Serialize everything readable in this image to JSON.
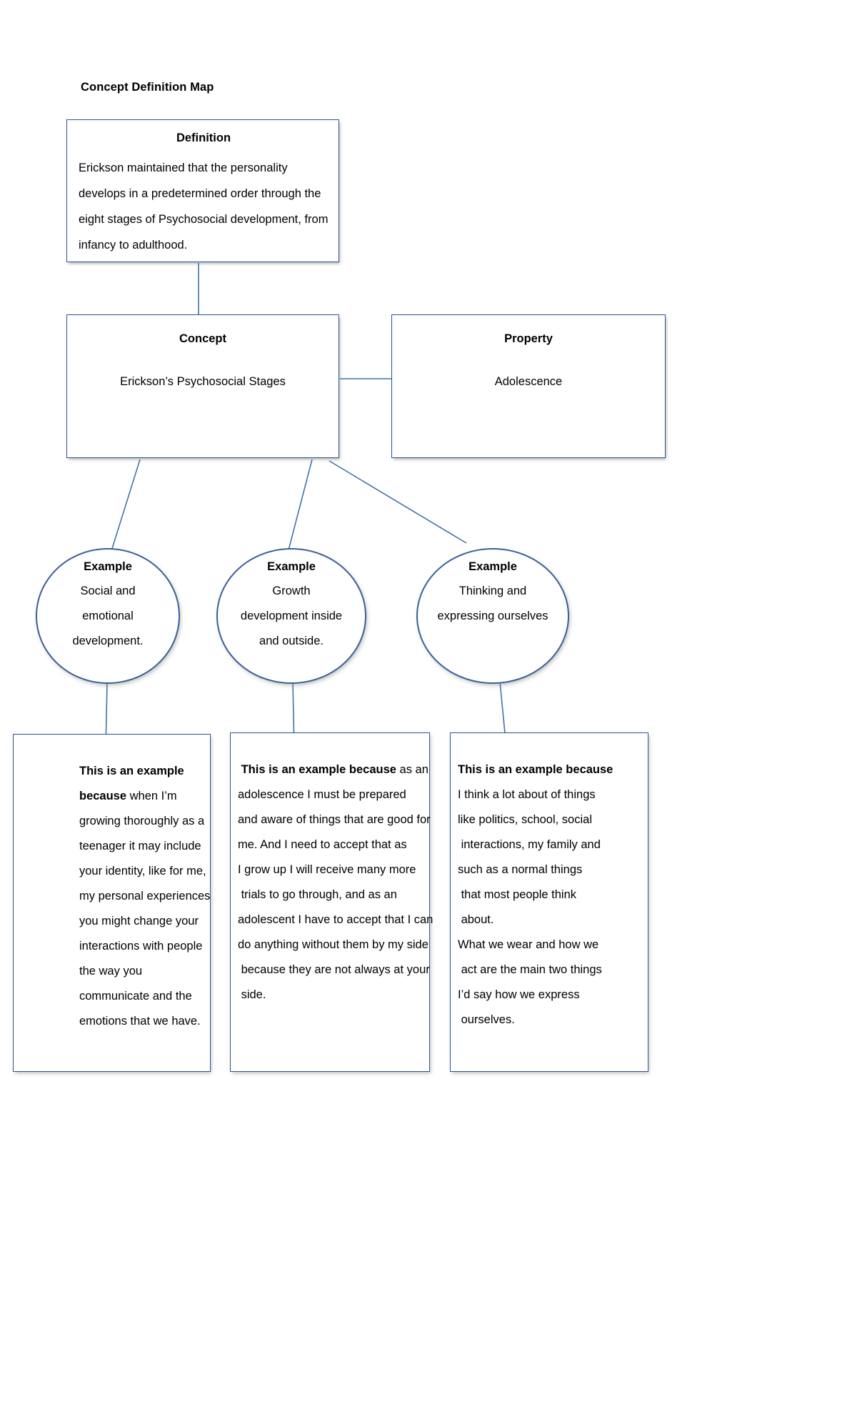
{
  "heading": "Concept Definition Map",
  "definition": {
    "title": "Definition",
    "body": "Erickson maintained that the personality develops in a predetermined order through the eight stages of Psychosocial development, from infancy to adulthood."
  },
  "concept": {
    "title": "Concept",
    "body": "Erickson’s Psychosocial Stages"
  },
  "property": {
    "title": "Property",
    "body": "Adolescence"
  },
  "examples": [
    {
      "title": "Example",
      "body": "Social and\nemotional\ndevelopment."
    },
    {
      "title": "Example",
      "body": "Growth\ndevelopment inside\nand outside."
    },
    {
      "title": "Example",
      "body": "Thinking and\nexpressing ourselves"
    }
  ],
  "explanations": [
    {
      "lead": "This is an example because",
      "lines": [
        "This is an example",
        "because when I’m",
        "growing thoroughly as a",
        "teenager it may include",
        "your identity, like for me,",
        "my personal experiences",
        "you might change your",
        "interactions with people",
        "the way you",
        "communicate and the",
        "emotions that we have."
      ]
    },
    {
      "lead": "This is an example because",
      "lines": [
        " This is an example because as an",
        "adolescence I must be prepared",
        "and aware of things that are good for",
        "me. And I need to accept that as",
        "I grow up I will receive many more",
        " trials to go through, and as an",
        "adolescent I have to accept that I can",
        "do anything without them by my side",
        " because they are not always at your",
        " side."
      ]
    },
    {
      "lead": "This is an example because",
      "lines": [
        "This is an example because",
        "I think a lot about of things",
        "like politics, school, social",
        " interactions, my family and",
        "such as a normal things",
        " that most people think",
        " about.",
        "What we wear and how we",
        " act are the main two things",
        "I’d say how we express",
        " ourselves."
      ]
    }
  ],
  "colors": {
    "border": "#2E5395",
    "circle_border": "#3A5F97",
    "connector": "#4472A8",
    "text": "#000000",
    "background": "#FFFFFF"
  }
}
